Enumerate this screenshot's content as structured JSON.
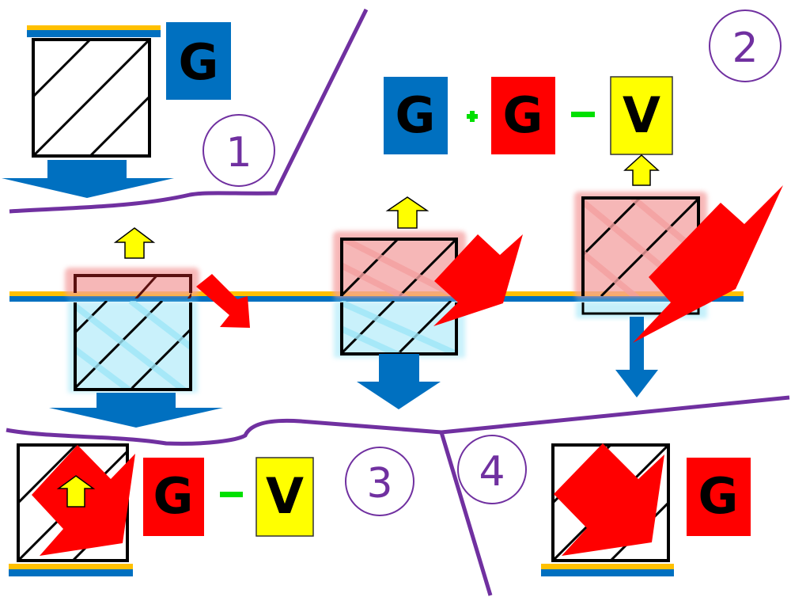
{
  "colors": {
    "blue": "#0070C0",
    "red": "#FF0000",
    "yellow": "#FFFF00",
    "orange": "#FFC000",
    "green": "#00E000",
    "purple": "#7030A0",
    "black": "#000000",
    "pink_glow": "#F4A0A0",
    "cyan_glow": "#9EE6F8"
  },
  "regions": [
    {
      "number": "1",
      "formula": [
        {
          "letter": "G",
          "color": "blue"
        }
      ]
    },
    {
      "number": "2",
      "formula": [
        {
          "letter": "G",
          "color": "blue"
        },
        {
          "op": "+"
        },
        {
          "letter": "G",
          "color": "red"
        },
        {
          "op": "−"
        },
        {
          "letter": "V",
          "color": "yellow"
        }
      ]
    },
    {
      "number": "3",
      "formula": [
        {
          "letter": "G",
          "color": "red"
        },
        {
          "op": "−"
        },
        {
          "letter": "V",
          "color": "yellow"
        }
      ]
    },
    {
      "number": "4",
      "formula": [
        {
          "letter": "G",
          "color": "red"
        }
      ]
    }
  ],
  "labels": {
    "r1_g": "G",
    "r2_g1": "G",
    "r2_plus": "+",
    "r2_g2": "G",
    "r2_minus": "−",
    "r2_v": "V",
    "r3_g": "G",
    "r3_minus": "−",
    "r3_v": "V",
    "r4_g": "G",
    "n1": "1",
    "n2": "2",
    "n3": "3",
    "n4": "4"
  }
}
